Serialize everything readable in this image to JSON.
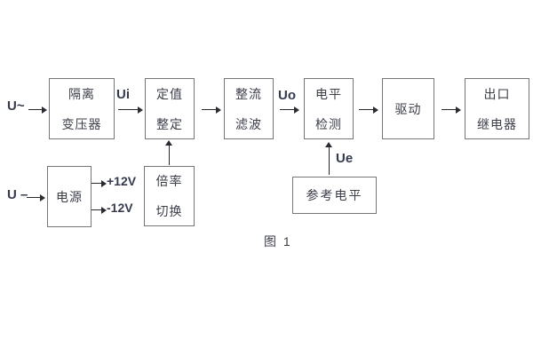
{
  "colors": {
    "background": "#ffffff",
    "box_border": "#75757d",
    "box_text": "#3a3e49",
    "signal_text": "#333a52",
    "arrow": "#2a2a30"
  },
  "blocks": {
    "isolation_transformer": {
      "line1": "隔离",
      "line2": "变压器"
    },
    "value_setting": {
      "line1": "定值",
      "line2": "整定"
    },
    "rectifier_filter": {
      "line1": "整流",
      "line2": "滤波"
    },
    "level_detection": {
      "line1": "电平",
      "line2": "检测"
    },
    "drive": {
      "line1": "驱动"
    },
    "output_relay": {
      "line1": "出口",
      "line2": "继电器"
    },
    "power_supply": {
      "line1": "电源"
    },
    "ratio_switch": {
      "line1": "倍率",
      "line2": "切换"
    },
    "reference_level": {
      "line1": "参考电平"
    }
  },
  "signals": {
    "ac_input": "U~",
    "dc_input": "U –",
    "ui": "Ui",
    "uo": "Uo",
    "ue": "Ue",
    "plus_12v": "+12V",
    "minus_12v": "-12V"
  },
  "caption": "图 1"
}
